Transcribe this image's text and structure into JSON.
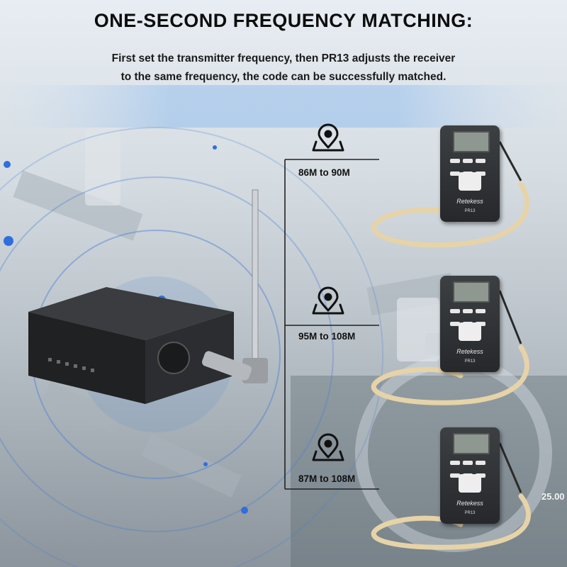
{
  "header": {
    "title": "ONE-SECOND FREQUENCY MATCHING:",
    "subtitle_line1": "First set the transmitter frequency, then PR13 adjusts the receiver",
    "subtitle_line2": "to the same frequency, the code can be successfully matched."
  },
  "ranges": [
    {
      "label": "86M to 90M",
      "icon": "location-pin-icon"
    },
    {
      "label": "95M to 108M",
      "icon": "location-pin-icon"
    },
    {
      "label": "87M to 108M",
      "icon": "location-pin-icon"
    }
  ],
  "receivers": [
    {
      "brand": "Retekess",
      "model": "PR13"
    },
    {
      "brand": "Retekess",
      "model": "PR13"
    },
    {
      "brand": "Retekess",
      "model": "PR13"
    }
  ],
  "background": {
    "screen_number": "25.00"
  },
  "colors": {
    "signal_blue": "#2f6fdc",
    "title_black": "#0d0d0d"
  }
}
